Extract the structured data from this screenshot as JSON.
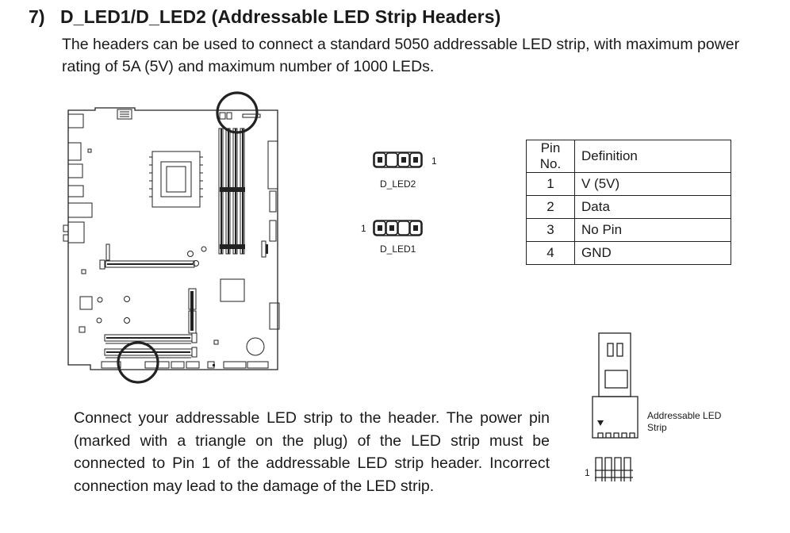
{
  "section": {
    "number": "7)",
    "title": "D_LED1/D_LED2 (Addressable LED Strip Headers)",
    "intro": "The headers can be used to connect a standard 5050 addressable LED strip, with maximum power rating of 5A (5V) and maximum number of 1000 LEDs."
  },
  "diagram": {
    "header_top_label": "D_LED2",
    "header_top_pin1": "1",
    "header_bottom_label": "D_LED1",
    "header_bottom_pin1": "1"
  },
  "pin_table": {
    "headers": [
      "Pin No.",
      "Definition"
    ],
    "rows": [
      {
        "pin": "1",
        "definition": "V (5V)"
      },
      {
        "pin": "2",
        "definition": "Data"
      },
      {
        "pin": "3",
        "definition": "No Pin"
      },
      {
        "pin": "4",
        "definition": "GND"
      }
    ]
  },
  "note": "Connect your addressable LED strip to the header. The power pin (marked with a triangle on the plug) of the LED strip must be connected to Pin 1 of the addressable LED strip header. Incorrect connection may lead to the damage of the LED strip.",
  "plug": {
    "label": "Addressable LED Strip",
    "pin1": "1"
  }
}
